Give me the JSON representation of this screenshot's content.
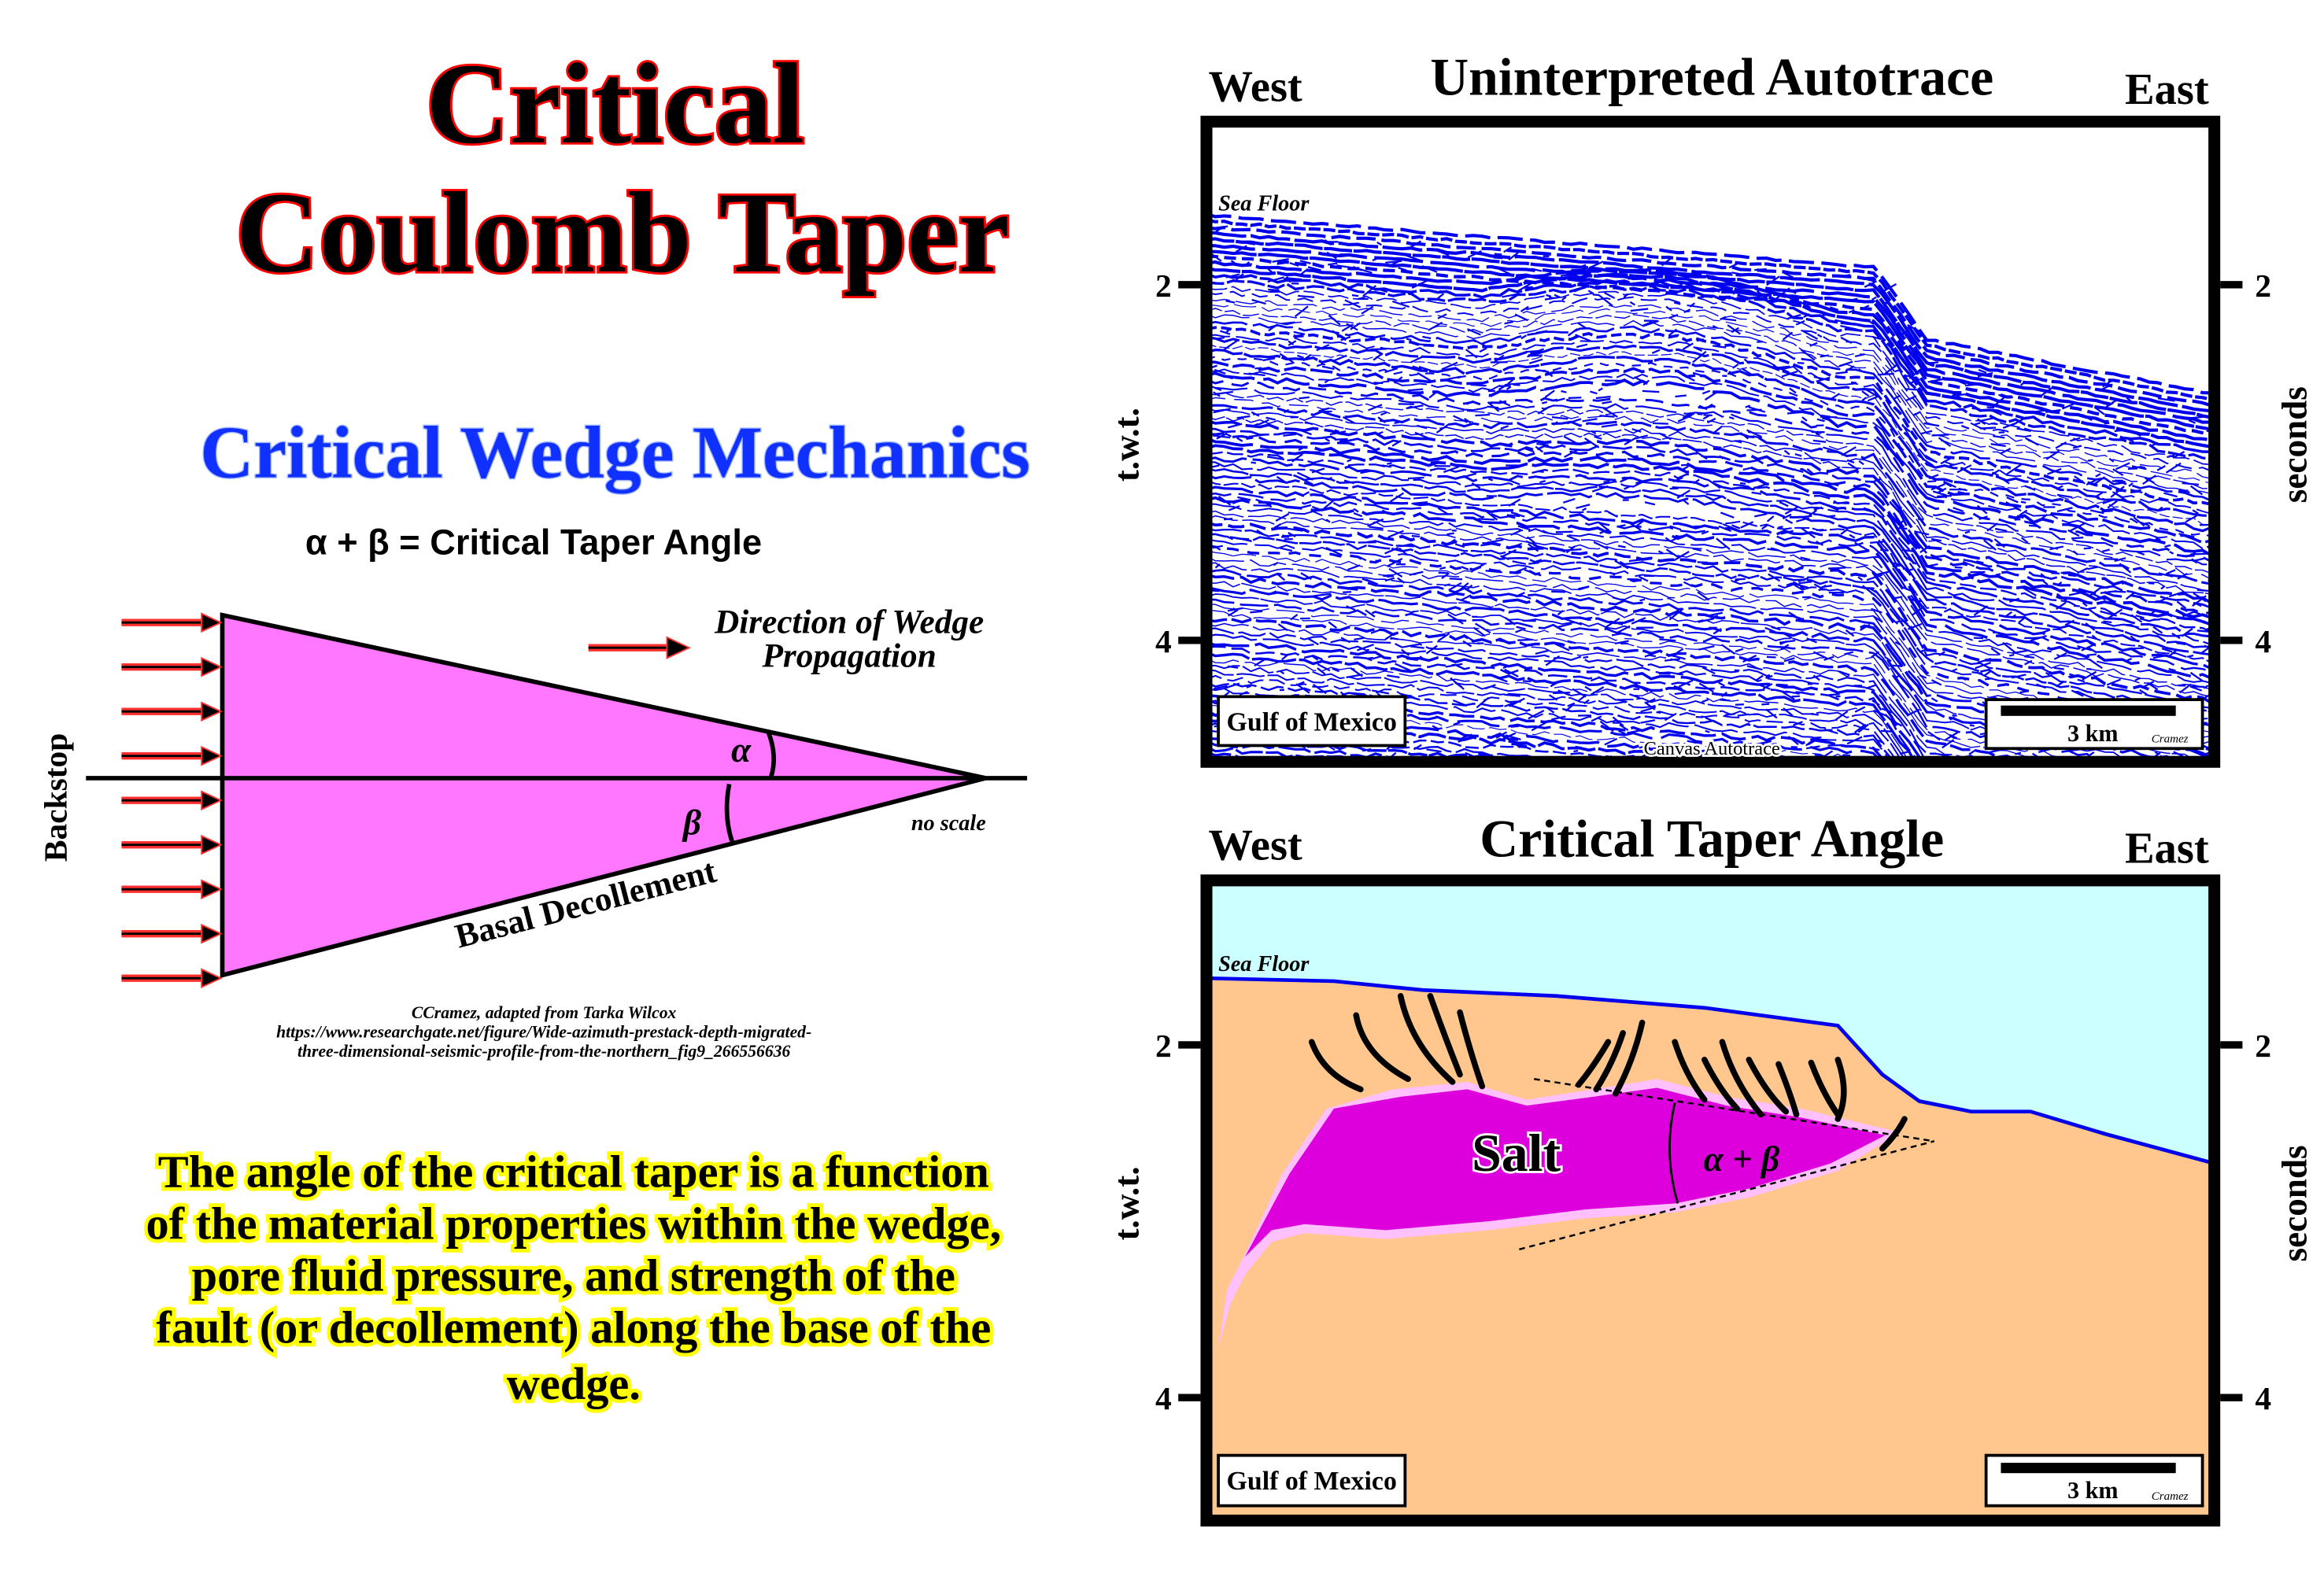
{
  "title": {
    "line1": "Critical",
    "line2": "Coulomb Taper"
  },
  "subtitle": "Critical Wedge Mechanics",
  "equation": "α + β = Critical Taper Angle",
  "wedge": {
    "backstop": "Backstop",
    "direction_line1": "Direction of Wedge",
    "direction_line2": "Propagation",
    "alpha": "α",
    "beta": "β",
    "no_scale": "no scale",
    "basal": "Basal Decollement"
  },
  "citation": {
    "line1": "CCramez, adapted from Tarka Wilcox",
    "line2": "https://www.researchgate.net/figure/Wide-azimuth-prestack-depth-migrated-",
    "line3": "three-dimensional-seismic-profile-from-the-northern_fig9_266556636"
  },
  "paragraph": [
    "The angle of the critical taper is a function",
    "of the material properties within the wedge,",
    "pore fluid pressure, and strength of the",
    "fault (or decollement) along the base of the",
    "wedge."
  ],
  "top_panel": {
    "title": "Uninterpreted Autotrace",
    "west": "West",
    "east": "East",
    "tick_2": "2",
    "tick_4": "4",
    "y_left": "t.w.t.",
    "y_right": "seconds",
    "sea_floor": "Sea Floor",
    "location": "Gulf of Mexico",
    "scale": "3 km",
    "author": "Cramez",
    "credit": "Canvas Autotrace"
  },
  "bottom_panel": {
    "title": "Critical Taper Angle",
    "west": "West",
    "east": "East",
    "tick_2": "2",
    "tick_4": "4",
    "y_left": "t.w.t.",
    "y_right": "seconds",
    "sea_floor": "Sea Floor",
    "salt": "Salt",
    "angle": "α + β",
    "location": "Gulf of Mexico",
    "scale": "3 km",
    "author": "Cramez"
  },
  "colors": {
    "title_red": "#ff0000",
    "subtitle_blue": "#0000ff",
    "wedge": "#ff77ff",
    "seismic": "#0000ee",
    "water": "#ccffff",
    "sediment": "#ffc68e",
    "salt": "#dd00dd"
  }
}
